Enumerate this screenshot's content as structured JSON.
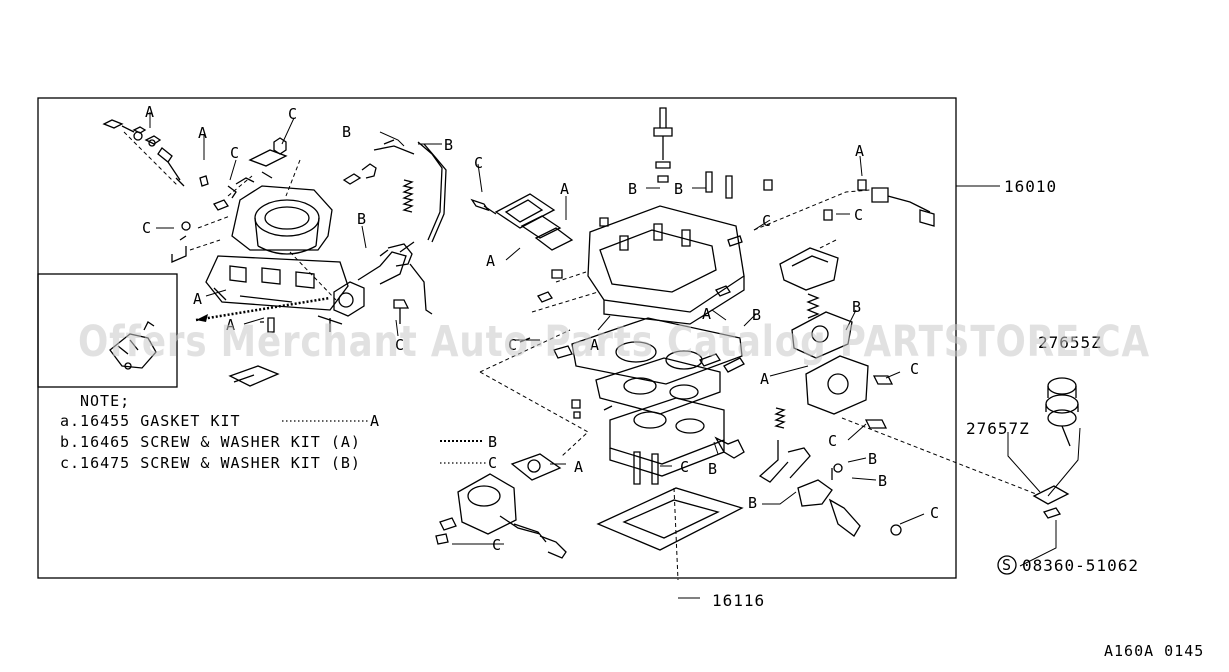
{
  "callouts": {
    "main_assembly": "16010",
    "gasket_bottom": "16116",
    "actuator": "27655Z",
    "bracket": "27657Z",
    "screw_symbol": "S",
    "screw": "08360-51062",
    "diagram_code": "A160A 0145"
  },
  "letters": {
    "a": "A",
    "b": "B",
    "c": "C"
  },
  "note": {
    "heading": "NOTE;",
    "lines": [
      {
        "text": "a.16455 GASKET KIT",
        "ref": "A"
      },
      {
        "text": "b.16465 SCREW & WASHER KIT (A)",
        "ref": "B"
      },
      {
        "text": "c.16475 SCREW & WASHER KIT (B)",
        "ref": "C"
      }
    ]
  },
  "watermark": "Offers Merchant Auto-Parts Catalog PARTSTORE.CA"
}
